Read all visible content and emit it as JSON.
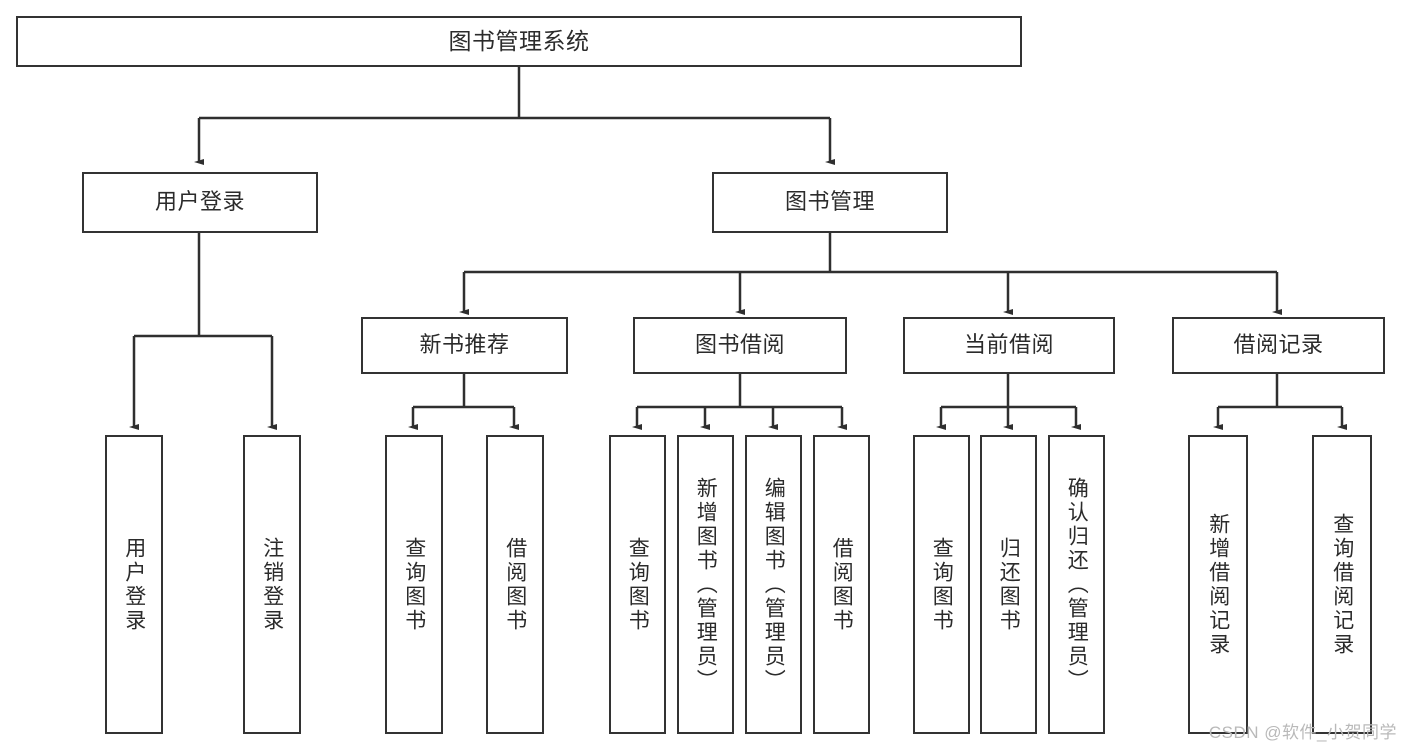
{
  "diagram": {
    "title": "图书管理系统",
    "type": "tree-hierarchy-diagram",
    "watermark": "CSDN @软件_小贺同学",
    "colors": {
      "box_border": "#333333",
      "box_fill": "#ffffff",
      "text": "#2b2b2b",
      "connector": "#333333",
      "watermark": "#b9b9b9"
    },
    "root": {
      "label": "图书管理系统"
    },
    "level2": [
      {
        "label": "用户登录"
      },
      {
        "label": "图书管理"
      }
    ],
    "level3": [
      {
        "label": "新书推荐"
      },
      {
        "label": "图书借阅"
      },
      {
        "label": "当前借阅"
      },
      {
        "label": "借阅记录"
      }
    ],
    "leaves": {
      "user_login": [
        {
          "label": "用户登录"
        },
        {
          "label": "注销登录"
        }
      ],
      "new_book_recommend": [
        {
          "label": "查询图书"
        },
        {
          "label": "借阅图书"
        }
      ],
      "book_borrow": [
        {
          "label": "查询图书"
        },
        {
          "label": "新增图书（管理员）"
        },
        {
          "label": "编辑图书（管理员）"
        },
        {
          "label": "借阅图书"
        }
      ],
      "current_borrow": [
        {
          "label": "查询图书"
        },
        {
          "label": "归还图书"
        },
        {
          "label": "确认归还（管理员）"
        }
      ],
      "borrow_record": [
        {
          "label": "新增借阅记录"
        },
        {
          "label": "查询借阅记录"
        }
      ]
    }
  }
}
